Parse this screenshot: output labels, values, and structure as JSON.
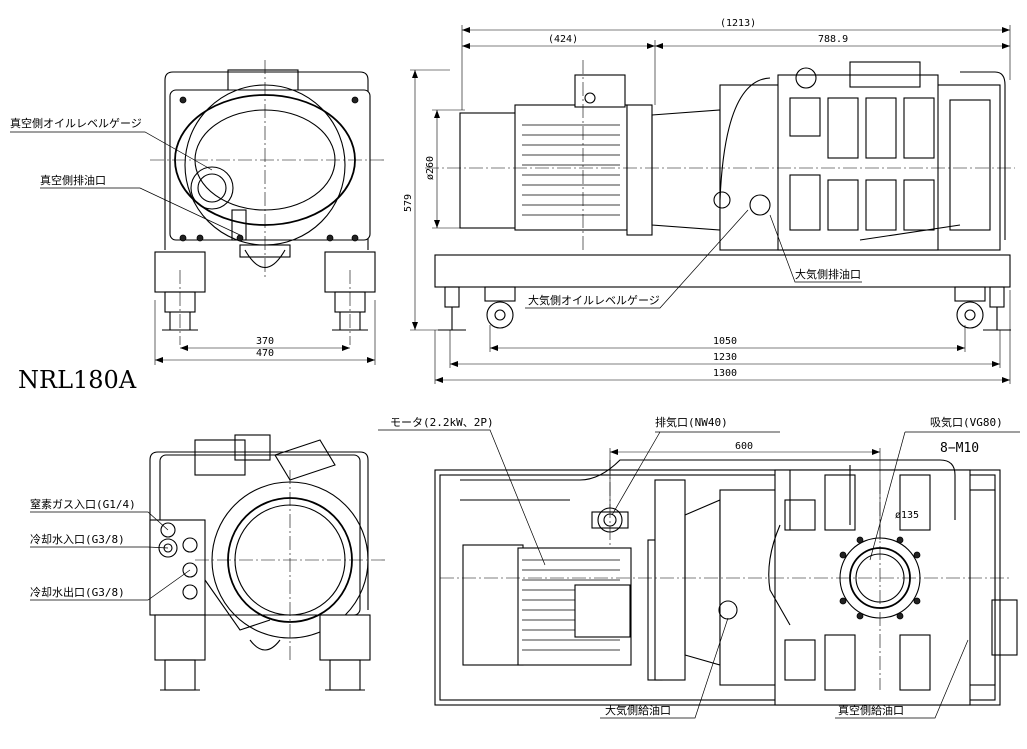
{
  "model": "NRL180A",
  "labels": {
    "vacuum_oil_gauge": "真空側オイルレベルゲージ",
    "vacuum_drain": "真空側排油口",
    "atm_drain": "大気側排油口",
    "atm_oil_gauge": "大気側オイルレベルゲージ",
    "motor": "モータ(2.2kW、2P)",
    "exhaust": "排気口(NW40)",
    "intake": "吸気口(VG80)",
    "bolts": "8−M10",
    "nitrogen_inlet": "窒素ガス入口(G1/4)",
    "cooling_in": "冷却水入口(G3/8)",
    "cooling_out": "冷却水出口(G3/8)",
    "atm_fill": "大気側給油口",
    "vacuum_fill": "真空側給油口"
  },
  "dimensions": {
    "overall_length_ref": "(1213)",
    "motor_side_ref": "(424)",
    "pump_length": "788.9",
    "height": "579",
    "motor_dia": "ø260",
    "foot_span_1050": "1050",
    "foot_span_1230": "1230",
    "base_length": "1300",
    "front_370": "370",
    "front_470": "470",
    "exhaust_offset": "600",
    "intake_dia": "ø135"
  }
}
